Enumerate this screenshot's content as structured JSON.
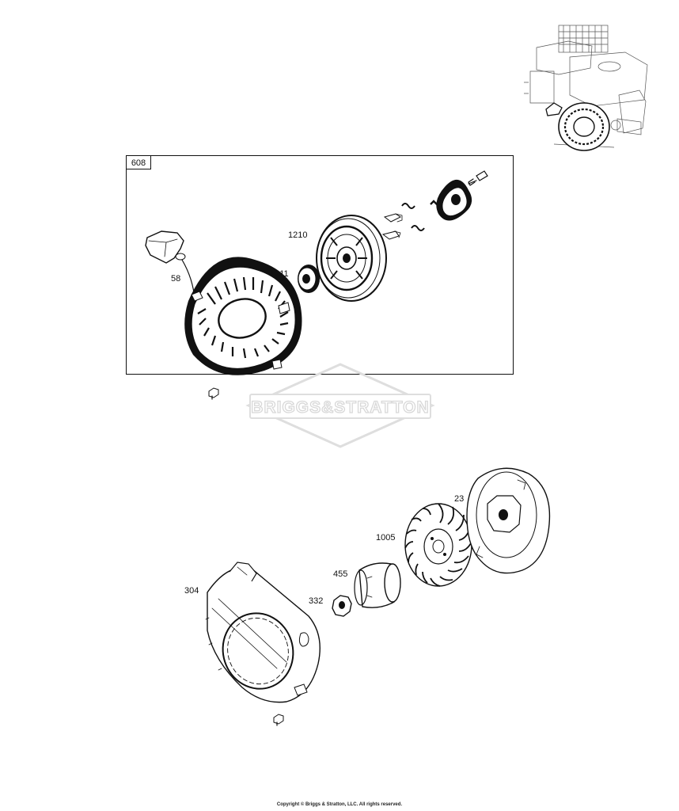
{
  "labels": {
    "box": "608",
    "handle": "58",
    "pulley": "1210",
    "washer": "1211",
    "housing": "304",
    "nut": "332",
    "cup": "455",
    "fan": "1005",
    "flywheel": "23"
  },
  "watermark": "BRIGGS&STRATTON",
  "copyright": "Copyright © Briggs & Stratton, LLC. All rights reserved."
}
